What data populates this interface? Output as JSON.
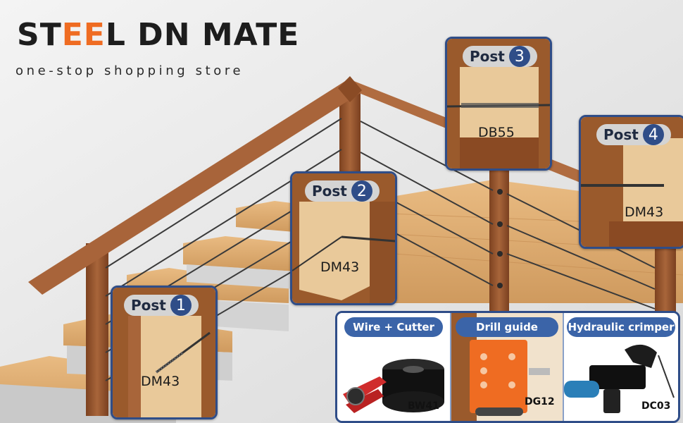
{
  "brand": {
    "name_part1": "ST",
    "name_accent": "EE",
    "name_part2": "L DN MATE",
    "tagline": "one-stop shopping store",
    "accent_color": "#ef6c22"
  },
  "posts": [
    {
      "label": "Post",
      "number": "1",
      "product_code": "DM43"
    },
    {
      "label": "Post",
      "number": "2",
      "product_code": "DM43"
    },
    {
      "label": "Post",
      "number": "3",
      "product_code": "DB55"
    },
    {
      "label": "Post",
      "number": "4",
      "product_code": "DM43"
    }
  ],
  "tools": [
    {
      "label": "Wire + Cutter",
      "code": "BW41",
      "icon": "wire-spool-and-cutter-icon"
    },
    {
      "label": "Drill guide",
      "code": "DG12",
      "icon": "drill-guide-icon"
    },
    {
      "label": "Hydraulic crimper",
      "code": "DC03",
      "icon": "hydraulic-crimper-icon"
    }
  ],
  "colors": {
    "card_border": "#2f4d88",
    "tool_label_bg": "#3b64a8",
    "wood_post": "#9a5a2c",
    "wood_tread": "#d8a66c"
  }
}
